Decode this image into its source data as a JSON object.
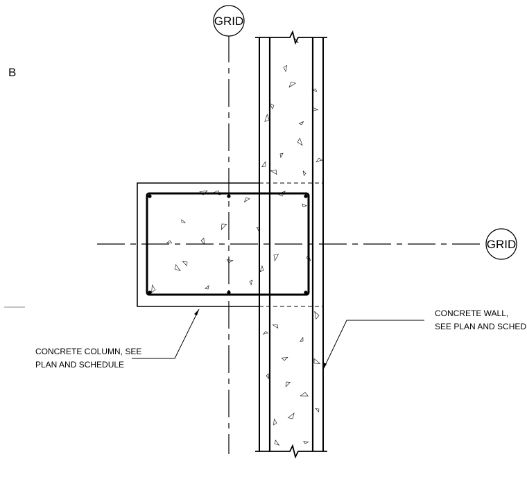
{
  "sheet_label": "B",
  "grid_vertical": {
    "label": "GRID"
  },
  "grid_horizontal": {
    "label": "GRID"
  },
  "callouts": {
    "column": {
      "line1": "CONCRETE COLUMN, SEE",
      "line2": "PLAN AND SCHEDULE"
    },
    "wall": {
      "line1": "CONCRETE WALL,",
      "line2": "SEE PLAN AND SCHED"
    }
  }
}
